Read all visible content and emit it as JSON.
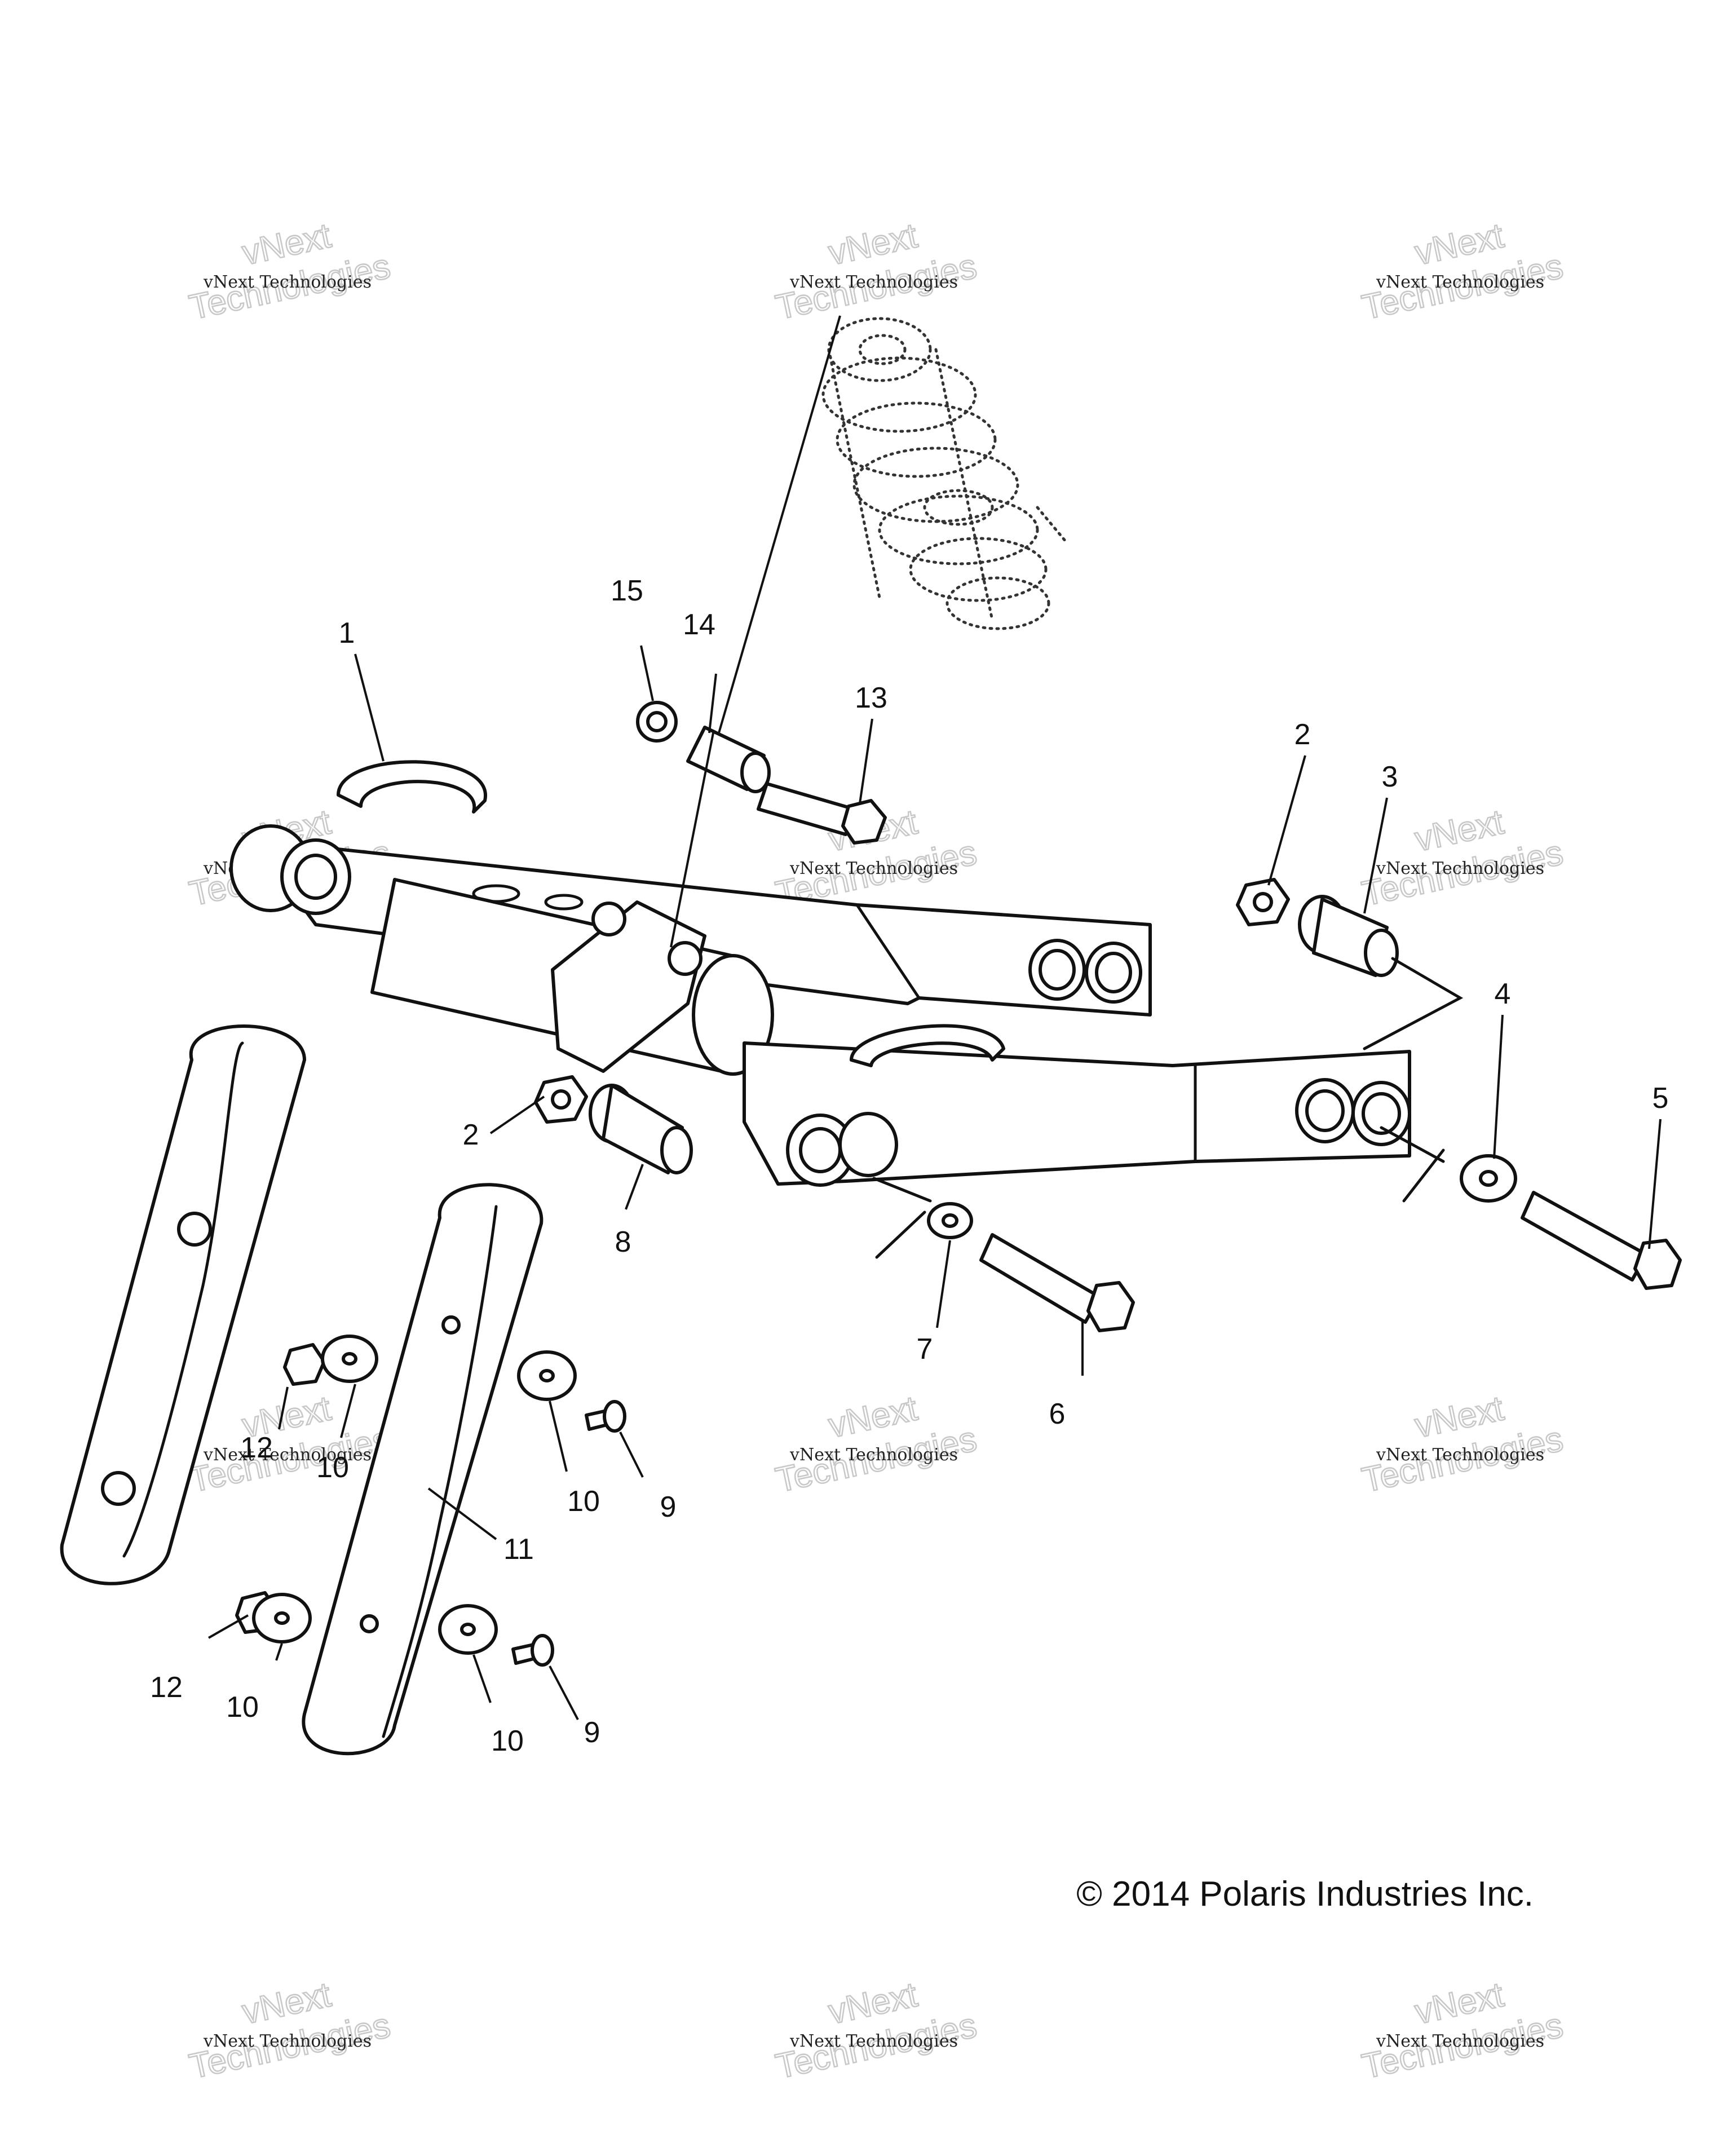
{
  "diagram": {
    "copyright": "© 2014 Polaris Industries Inc.",
    "watermark": {
      "small_text": "vNext Technologies",
      "big_line1": "vNext",
      "big_line2": "Technologies"
    },
    "callouts": [
      "1",
      "2",
      "3",
      "4",
      "5",
      "6",
      "7",
      "8",
      "9",
      "10",
      "11",
      "12",
      "13",
      "14",
      "15"
    ],
    "labels": [
      {
        "text": "15"
      },
      {
        "text": "14"
      },
      {
        "text": "13"
      },
      {
        "text": "1"
      },
      {
        "text": "2"
      },
      {
        "text": "3"
      },
      {
        "text": "4"
      },
      {
        "text": "5"
      },
      {
        "text": "2"
      },
      {
        "text": "8"
      },
      {
        "text": "7"
      },
      {
        "text": "6"
      },
      {
        "text": "12"
      },
      {
        "text": "10"
      },
      {
        "text": "10"
      },
      {
        "text": "9"
      },
      {
        "text": "11"
      },
      {
        "text": "12"
      },
      {
        "text": "10"
      },
      {
        "text": "10"
      },
      {
        "text": "9"
      }
    ]
  }
}
